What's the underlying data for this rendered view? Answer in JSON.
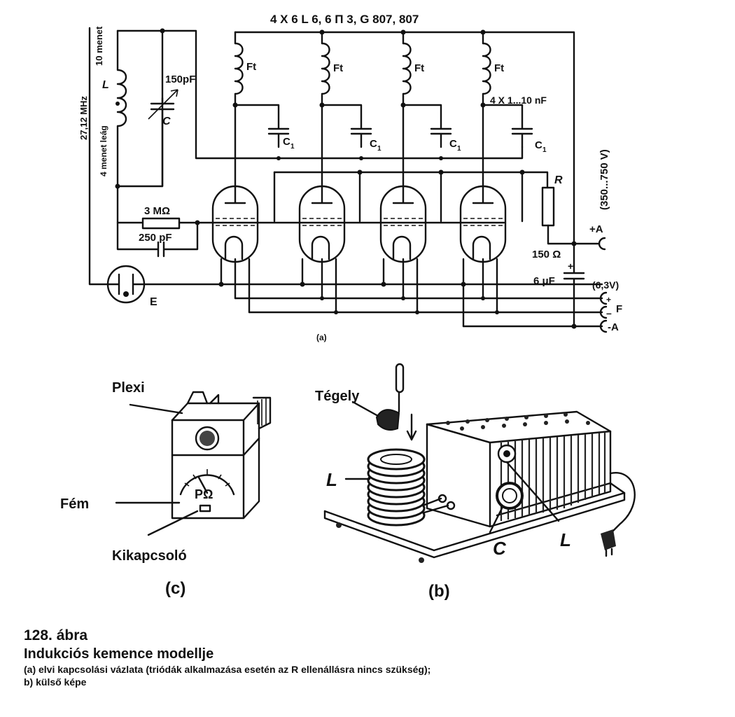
{
  "schematic": {
    "tube_list": "4 X 6 L 6, 6 Π 3, G 807, 807",
    "coil_turns_top": "10 menet",
    "coil_turns_bottom": "4 menet leág",
    "frequency": "27,12 MHz",
    "coil_label": "L",
    "cap_value": "150pF",
    "cap_label": "C",
    "choke_label": "Ft",
    "c1_label": "C",
    "c1_sub": "1",
    "c1_value": "4 X 1...10 nF",
    "grid_resistor": "3 MΩ",
    "grid_cap": "250 pF",
    "r_label": "R",
    "r_value": "150 Ω",
    "voltage_range": "(350...750 V)",
    "plus_a": "+A",
    "elko": "6 μF",
    "heater_voltage": "(6,3V)",
    "heater_label": "F",
    "minus_a": "-A",
    "meter_label": "E",
    "part_a": "(a)"
  },
  "view_c": {
    "plexi": "Plexi",
    "fem": "Fém",
    "switch": "Kikapcsoló",
    "part_label": "(c)"
  },
  "view_b": {
    "crucible": "Tégely",
    "coil": "L",
    "cap": "C",
    "coil_knob": "L",
    "part_label": "(b)"
  },
  "caption": {
    "figure": "128. ábra",
    "title": "Indukciós kemence modellje",
    "line1": "(a) elvi kapcsolási vázlata (triódák alkalmazása esetén az R ellenállásra nincs szükség);",
    "line2": "b) külső képe"
  }
}
